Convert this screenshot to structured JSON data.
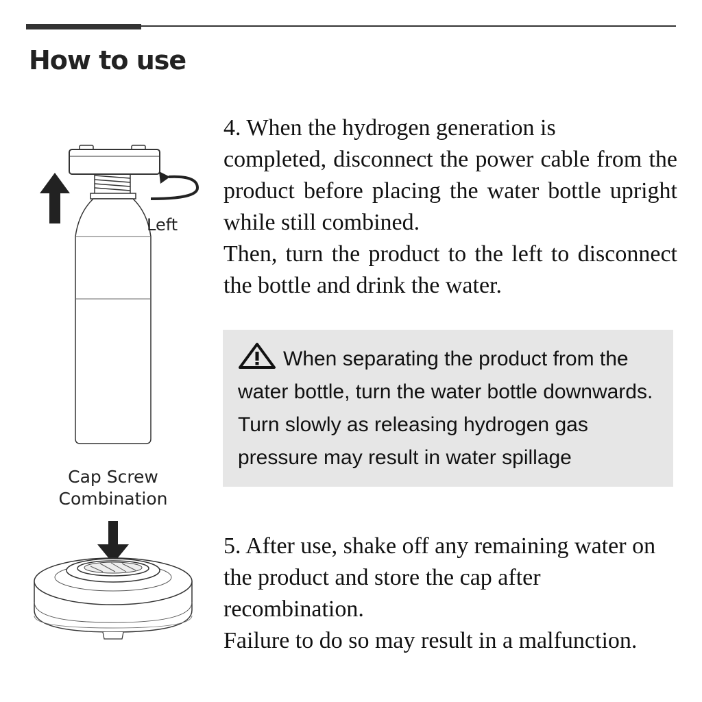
{
  "header": {
    "title": "How to use"
  },
  "step4": {
    "lines": [
      "4. When the hydrogen generation is",
      "completed, disconnect the power cable from the product before placing the water bottle upright while still combined.",
      "Then, turn the product to the left to disconnect the bottle and drink the water."
    ]
  },
  "warning": {
    "text": "When separating the product from the water bottle, turn the water bottle downwards. Turn slowly as releasing hydrogen gas pressure may result in water spillage"
  },
  "step5": {
    "lines": [
      "5. After use, shake off any remaining water on the product and store the cap after recombination.",
      "Failure to do so may result in a malfunction."
    ]
  },
  "figure": {
    "bottle_label": "Left",
    "cap_label_line1": "Cap Screw",
    "cap_label_line2": "Combination"
  },
  "icons": {
    "warning": "warning-triangle-icon",
    "arrow_up": "arrow-up-icon",
    "rotate_left": "rotate-left-arrow-icon",
    "arrow_down": "arrow-down-icon"
  },
  "colors": {
    "warning_box_bg": "#e6e6e6",
    "text": "#111111",
    "rule": "#333333"
  }
}
